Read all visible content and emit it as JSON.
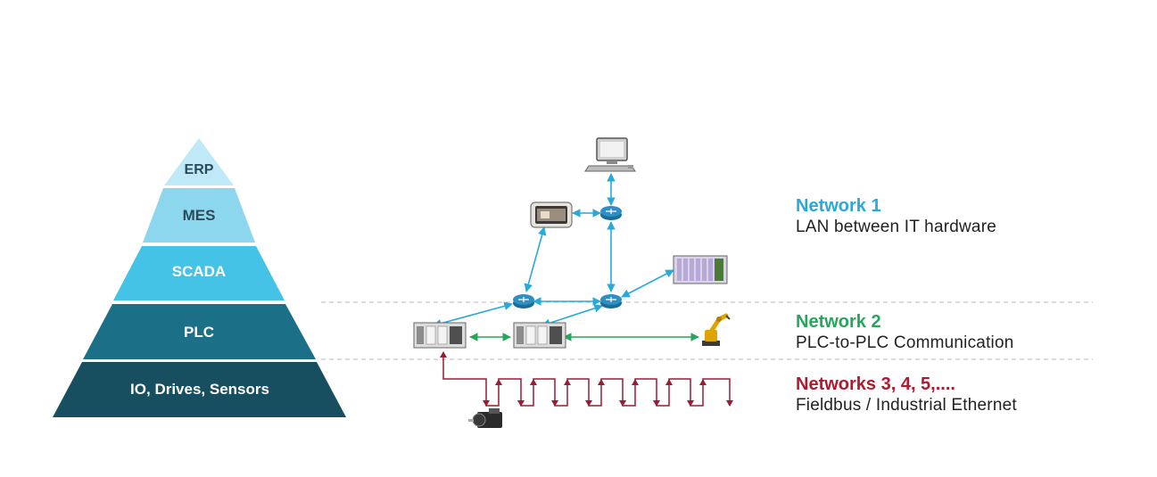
{
  "pyramid": {
    "layers": [
      {
        "label": "ERP",
        "color": "#bfe9f6",
        "text_color": "#2b4b5a"
      },
      {
        "label": "MES",
        "color": "#8dd7ee",
        "text_color": "#2b4b5a"
      },
      {
        "label": "SCADA",
        "color": "#45c3e6",
        "text_color": "#ffffff"
      },
      {
        "label": "PLC",
        "color": "#1b6f86",
        "text_color": "#ffffff"
      },
      {
        "label": "IO, Drives, Sensors",
        "color": "#174f60",
        "text_color": "#ffffff"
      }
    ]
  },
  "networks": [
    {
      "title": "Network 1",
      "description": "LAN between IT hardware",
      "color": "#29a9d8"
    },
    {
      "title": "Network 2",
      "description": "PLC-to-PLC Communication",
      "color": "#26a65b"
    },
    {
      "title": "Networks 3, 4, 5,....",
      "description": "Fieldbus / Industrial Ethernet",
      "color": "#b01a2e"
    }
  ],
  "icons": {
    "workstation": "computer-icon",
    "hmi": "hmi-panel-icon",
    "router": "router-icon",
    "rack": "io-rack-icon",
    "plc": "plc-icon",
    "robot": "robot-arm-icon",
    "motor": "servo-motor-icon"
  },
  "colors": {
    "lan_link": "#29a9d8",
    "plc_link": "#26a65b",
    "fieldbus_link": "#9b1b30",
    "separator": "#c8c8c8"
  }
}
